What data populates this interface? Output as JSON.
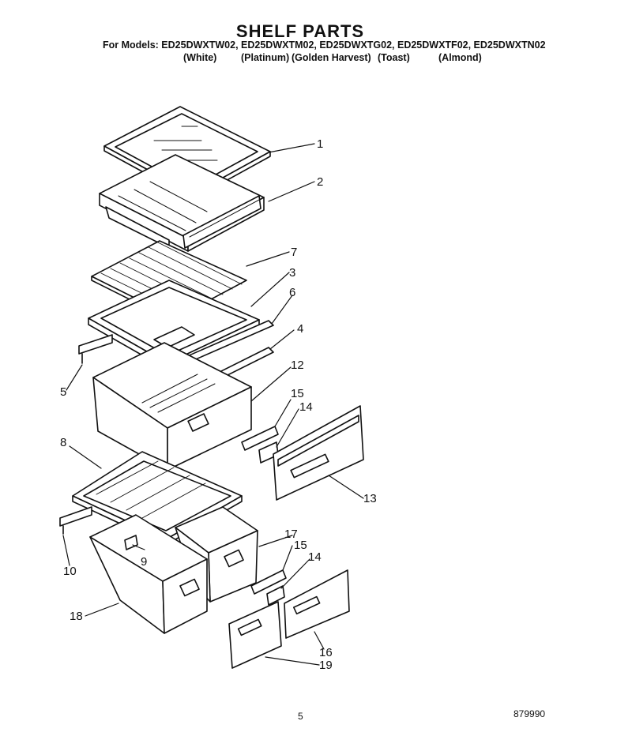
{
  "title": "SHELF PARTS",
  "models_line": "For Models:  ED25DWXTW02, ED25DWXTM02, ED25DWXTG02, ED25DWXTF02, ED25DWXTN02",
  "colors": [
    "(White)",
    "(Platinum)",
    "(Golden Harvest)",
    "(Toast)",
    "(Almond)"
  ],
  "page_number": "5",
  "doc_number": "879990",
  "callouts": [
    "1",
    "2",
    "7",
    "3",
    "6",
    "4",
    "5",
    "12",
    "15",
    "14",
    "8",
    "13",
    "17",
    "15",
    "14",
    "10",
    "9",
    "18",
    "16",
    "19"
  ]
}
